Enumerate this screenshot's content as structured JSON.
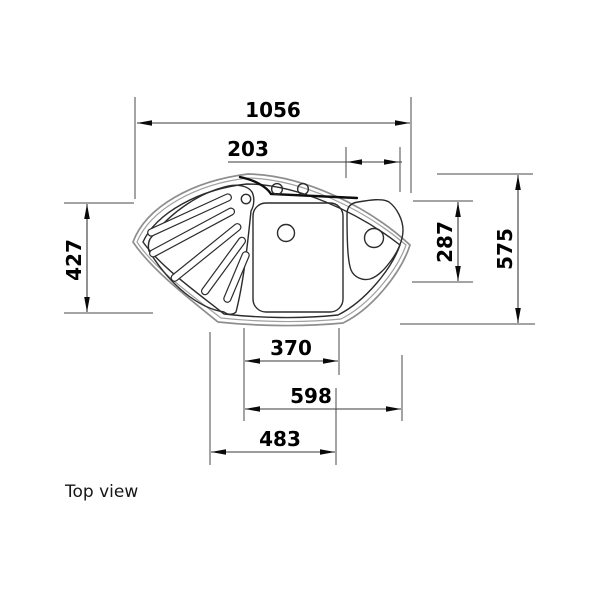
{
  "drawing": {
    "view_label": "Top view",
    "dimensions": {
      "overall_width": "1056",
      "right_ledge_width": "203",
      "left_depth": "427",
      "corner_bowl_depth": "287",
      "overall_depth": "575",
      "main_bowl_width": "370",
      "bowls_span_width": "598",
      "drainer_span_width": "483"
    },
    "colors": {
      "background": "#ffffff",
      "rim_outline": "#8e8e8e",
      "detail_outline": "#2c2c2c",
      "dimension_lines": "#3a3a3a",
      "text": "#000000"
    }
  }
}
